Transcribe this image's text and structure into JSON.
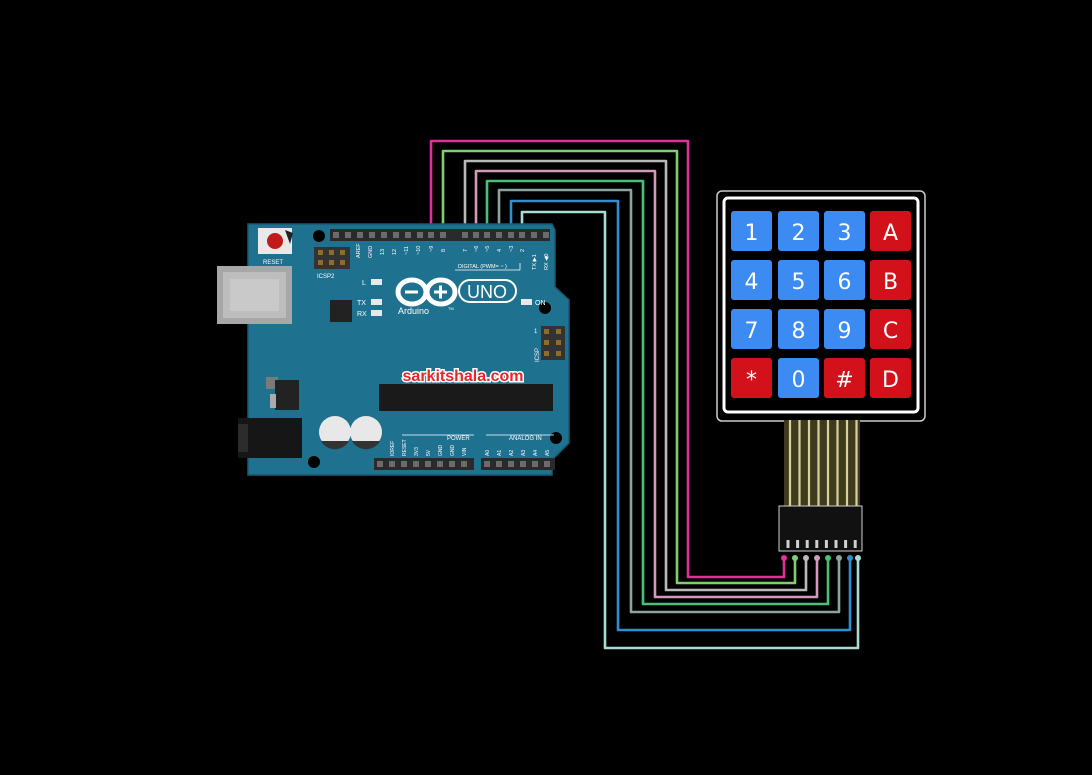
{
  "board": {
    "reset": "RESET",
    "icsp2": "ICSP2",
    "aref": "AREF",
    "gnd": "GND",
    "d13": "13",
    "d12": "12",
    "d11": "~11",
    "d10": "~10",
    "d9": "~9",
    "d8": "8",
    "d7": "7",
    "d6": "~6",
    "d5": "~5",
    "d4": "4",
    "d3": "~3",
    "d2": "2",
    "tx1": "TX ▶1",
    "rx0": "RX ◀0",
    "digital": "DIGITAL (PWM= ~ )",
    "led_l": "L",
    "led_tx": "TX",
    "led_rx": "RX",
    "brand": "Arduino",
    "tm": "TM",
    "model": "UNO",
    "on": "ON",
    "icsp": "ICSP",
    "icsp_pin1": "1",
    "watermark": "sarkitshala.com",
    "power": "POWER",
    "analog_in": "ANALOG IN",
    "power_pins": [
      "IOREF",
      "RESET",
      "3V3",
      "5V",
      "GND",
      "GND",
      "VIN"
    ],
    "analog_pins": [
      "A0",
      "A1",
      "A2",
      "A3",
      "A4",
      "A5"
    ]
  },
  "keypad": {
    "keys": [
      [
        "1",
        "2",
        "3",
        "A"
      ],
      [
        "4",
        "5",
        "6",
        "B"
      ],
      [
        "7",
        "8",
        "9",
        "C"
      ],
      [
        "*",
        "0",
        "#",
        "D"
      ]
    ]
  },
  "colors": {
    "background": "#000000",
    "board": "#1f7190",
    "digit_key": "#3b8bf2",
    "letter_key": "#d2111b",
    "wire_pink": "#e0309c",
    "wire_green": "#52c46e",
    "wire_blue": "#2c8fc6",
    "wire_light": "#c0c0c0"
  }
}
